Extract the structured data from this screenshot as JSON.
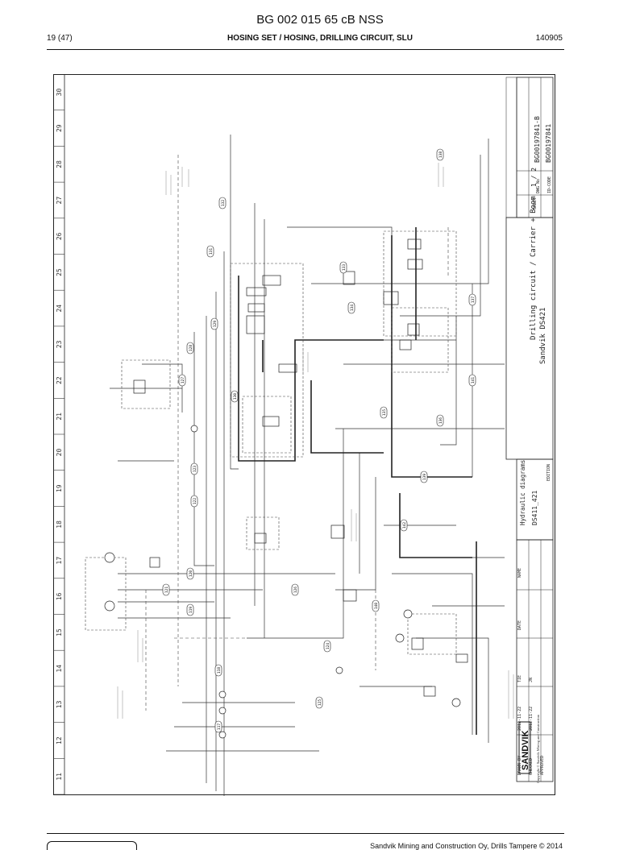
{
  "document": {
    "title": "BG 002 015 65 cB NSS",
    "page": "19 (47)",
    "section": "HOSING SET / HOSING, DRILLING CIRCUIT, SLU",
    "date_code": "140905",
    "footer": "Sandvik Mining and Construction Oy, Drills Tampere © 2014"
  },
  "drawing": {
    "column_numbers": [
      "11",
      "12",
      "13",
      "14",
      "15",
      "16",
      "17",
      "18",
      "19",
      "20",
      "21",
      "22",
      "23",
      "24",
      "25",
      "26",
      "27",
      "28",
      "29",
      "30"
    ],
    "brand": "SANDVIK",
    "copyright": "Copyright © Sandvik Mining and Construction",
    "title_block": {
      "sheet_label": "SHEET",
      "sheet_value": "1 / 2",
      "dwg_label": "DWG No",
      "dwg_no": "BG00197841-B",
      "id_label": "ID-CODE",
      "id_code": "BG00197841",
      "project": "Sandvik DS421",
      "subject": "Drilling circuit / Carrier + Boom",
      "doc_type": "Hydraulic diagrams",
      "doc_code": "DS411_421",
      "edition_label": "EDITION",
      "date_label": "DATE",
      "name_label": "NAME",
      "drawn_label": "DRAWN BY",
      "checked_label": "CHECKED",
      "approved_label": "APPROVED",
      "drawn_date": "2012-11-22",
      "drawn_name": "TIE",
      "checked_date": "2012-11-22",
      "checked_name": "JN"
    },
    "hose_labels": [
      "116",
      "117",
      "118",
      "119",
      "120",
      "121",
      "122",
      "123",
      "124",
      "125",
      "126",
      "127",
      "128",
      "129",
      "130",
      "131",
      "132",
      "133",
      "134",
      "135",
      "136",
      "137",
      "138",
      "139",
      "140",
      "141",
      "142"
    ]
  }
}
